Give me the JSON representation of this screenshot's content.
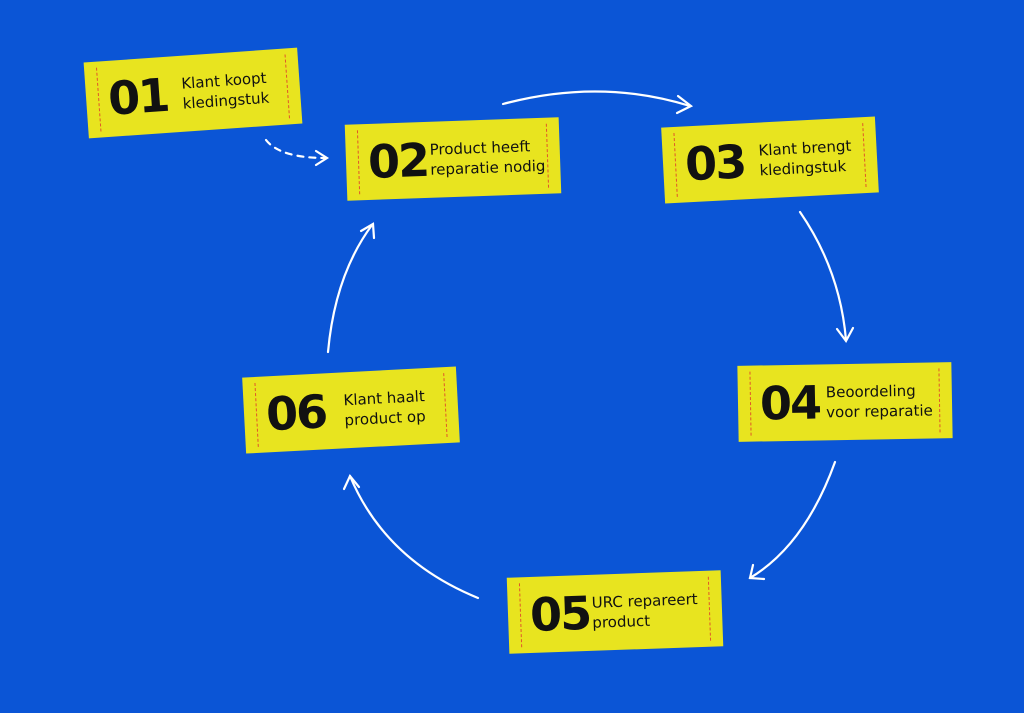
{
  "title": "Repair cycle",
  "steps": [
    {
      "num": "01",
      "text": "Klant koopt kledingstuk"
    },
    {
      "num": "02",
      "text": "Product heeft reparatie nodig"
    },
    {
      "num": "03",
      "text": "Klant brengt kledingstuk"
    },
    {
      "num": "04",
      "text": "Beoordeling voor reparatie"
    },
    {
      "num": "05",
      "text": "URC repareert product"
    },
    {
      "num": "06",
      "text": "Klant haalt product op"
    }
  ],
  "colors": {
    "background": "#0b55d6",
    "tag": "#e8e41f",
    "stitch": "#e0562a",
    "arrow": "#ffffff"
  }
}
